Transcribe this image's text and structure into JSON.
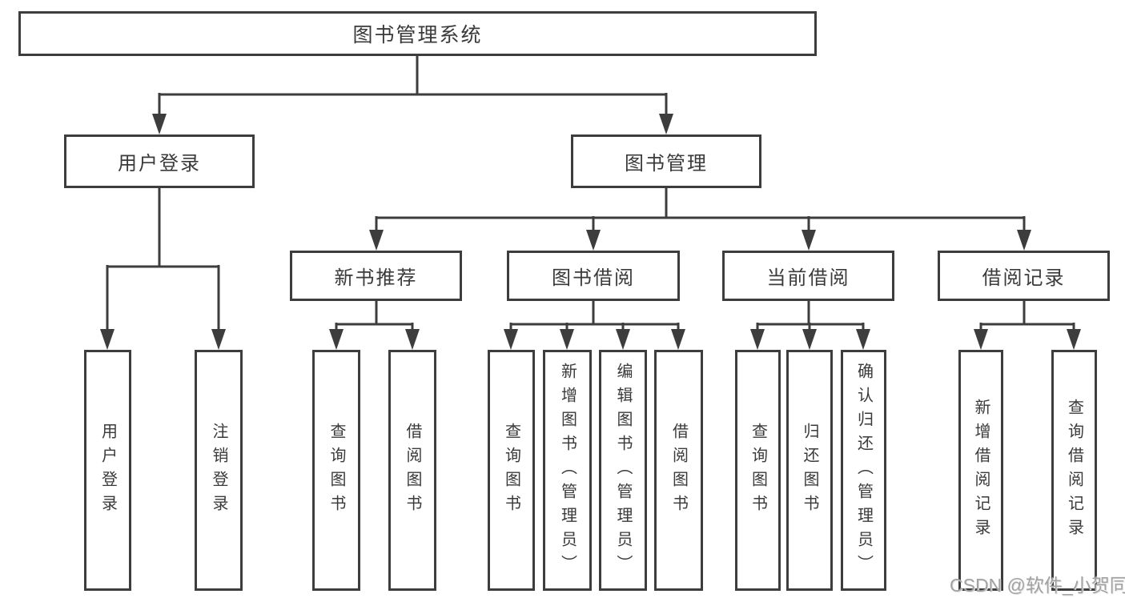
{
  "diagram_type": "hierarchy-tree",
  "tree": {
    "label": "图书管理系统",
    "children": [
      {
        "label": "用户登录",
        "children": [
          {
            "label": "用户登录"
          },
          {
            "label": "注销登录"
          }
        ]
      },
      {
        "label": "图书管理",
        "children": [
          {
            "label": "新书推荐",
            "children": [
              {
                "label": "查询图书"
              },
              {
                "label": "借阅图书"
              }
            ]
          },
          {
            "label": "图书借阅",
            "children": [
              {
                "label": "查询图书"
              },
              {
                "label": "新增图书（管理员）"
              },
              {
                "label": "编辑图书（管理员）"
              },
              {
                "label": "借阅图书"
              }
            ]
          },
          {
            "label": "当前借阅",
            "children": [
              {
                "label": "查询图书"
              },
              {
                "label": "归还图书"
              },
              {
                "label": "确认归还（管理员）"
              }
            ]
          },
          {
            "label": "借阅记录",
            "children": [
              {
                "label": "新增借阅记录"
              },
              {
                "label": "查询借阅记录"
              }
            ]
          }
        ]
      }
    ]
  },
  "watermark": {
    "text": "CSDN @软件_小贺同学"
  },
  "colors": {
    "background": "#ffffff",
    "line": "#3d3d3d",
    "text": "#3a3a3a",
    "watermark": "#a2a2a2"
  }
}
